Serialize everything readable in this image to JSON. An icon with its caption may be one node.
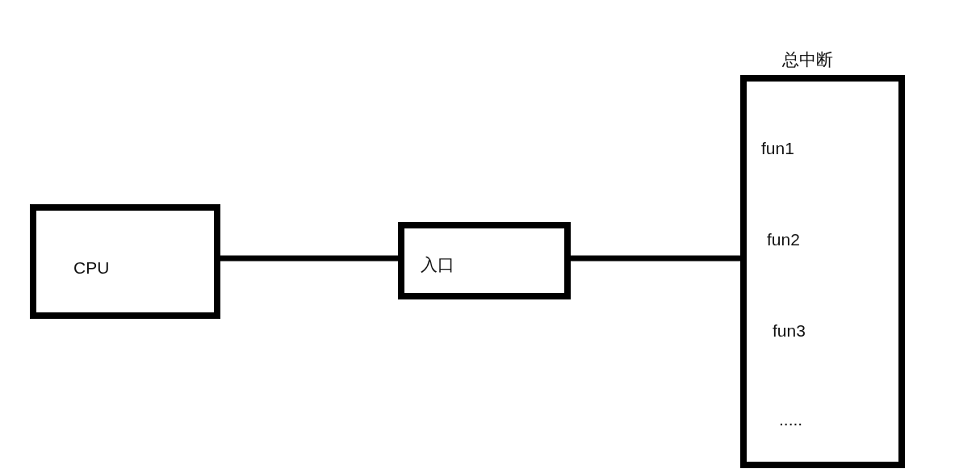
{
  "diagram": {
    "nodes": [
      {
        "text": [
          "CPU"
        ]
      },
      {
        "text": [
          "入口"
        ]
      },
      {
        "text": [
          "总中断",
          "fun1",
          "fun2",
          "fun3",
          "....."
        ]
      }
    ],
    "edges": [
      {
        "from": 0,
        "to": 1,
        "arrow": "none"
      },
      {
        "from": 1,
        "to": 2,
        "arrow": "none"
      }
    ]
  }
}
